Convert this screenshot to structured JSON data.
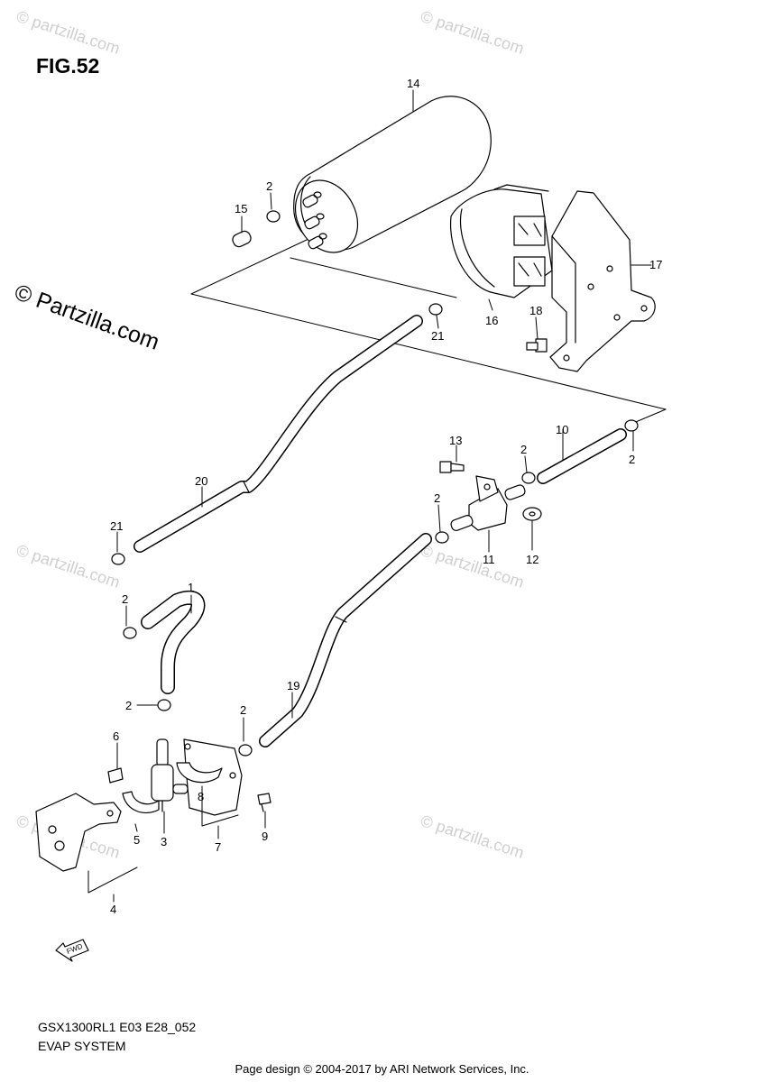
{
  "figure": {
    "title": "FIG.52",
    "model_code": "GSX1300RL1 E03 E28_052",
    "system_name": "EVAP SYSTEM",
    "footer": "Page design © 2004-2017 by ARI Network Services, Inc."
  },
  "watermark": {
    "main": "© Partzilla.com",
    "repeat": "© partzilla.com"
  },
  "fwd_label": "FWD",
  "callouts": {
    "c1": "1",
    "c2": "2",
    "c3": "3",
    "c4": "4",
    "c5": "5",
    "c6": "6",
    "c7": "7",
    "c8": "8",
    "c9": "9",
    "c10": "10",
    "c11": "11",
    "c12": "12",
    "c13": "13",
    "c14": "14",
    "c15": "15",
    "c16": "16",
    "c17": "17",
    "c18": "18",
    "c19": "19",
    "c20": "20",
    "c21": "21"
  }
}
